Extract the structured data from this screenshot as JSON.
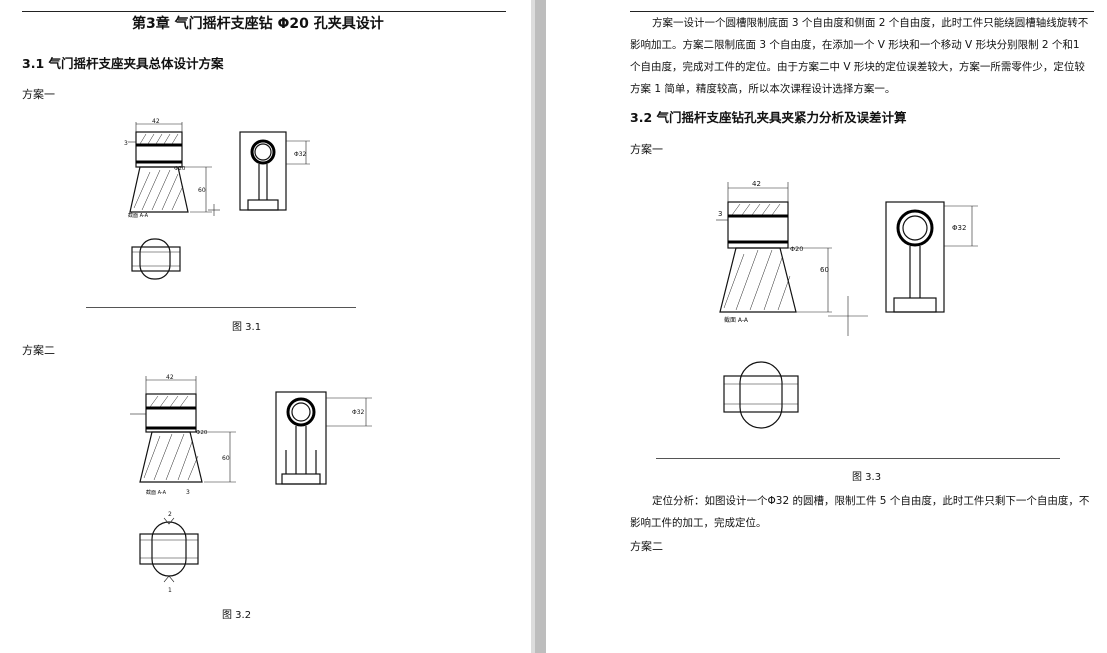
{
  "left_page": {
    "chapter_title": "第3章 气门摇杆支座钻 Φ20 孔夹具设计",
    "section_title": "3.1 气门摇杆支座夹具总体设计方案",
    "scheme_one_label": "方案一",
    "fig1_caption": "图 3.1",
    "scheme_two_label": "方案二",
    "fig2_caption": "图 3.2"
  },
  "right_page": {
    "para_1": "方案一设计一个圆槽限制底面 3 个自由度和侧面 2 个自由度，此时工件只能绕圆槽轴线旋转不影响加工。方案二限制底面 3 个自由度，在添加一个 V 形块和一个移动 V 形块分别限制 2 个和1 个自由度，完成对工件的定位。由于方案二中 V 形块的定位误差较大，方案一所需零件少，定位较方案 1 简单，精度较高，所以本次课程设计选择方案一。",
    "section_title": "3.2 气门摇杆支座钻孔夹具夹紧力分析及误差计算",
    "scheme_one_label": "方案一",
    "fig3_caption": "图 3.3",
    "para_2": "定位分析：如图设计一个Φ32 的圆槽，限制工件 5 个自由度，此时工件只剩下一个自由度，不影响工件的加工，完成定位。",
    "scheme_two_label": "方案二"
  },
  "drawing_labels": {
    "width_dim": "42",
    "height_dim": "60",
    "dia_hole": "Φ20",
    "dia_groove": "Φ32",
    "section_mark": "截面 A-A",
    "num_3": "3",
    "num_2": "2",
    "num_1": "1"
  }
}
